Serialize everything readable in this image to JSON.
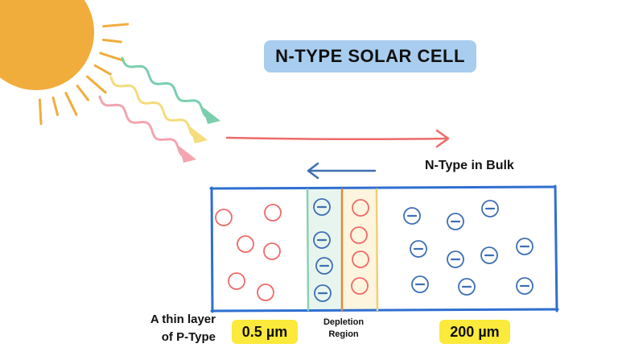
{
  "title": "N-TYPE SOLAR CELL",
  "labels": {
    "n_type_bulk": "N-Type in Bulk",
    "thin_layer_line1": "A thin layer",
    "thin_layer_line2": "of P-Type",
    "depletion_line1": "Depletion",
    "depletion_line2": "Region",
    "thin_thickness": "0.5 µm",
    "bulk_thickness": "200 µm"
  },
  "colors": {
    "sun": "#f0ad3c",
    "ray_green": "#79cfae",
    "ray_yellow": "#f5dc7c",
    "ray_pink": "#f3a6b0",
    "hole": "#ef6a6a",
    "electron": "#3f6fb3",
    "cell_border": "#2f6fd1",
    "title_bg": "#a8cdef",
    "badge_bg": "#fbe93b",
    "depletion_n_bg": "#e8f5ef",
    "depletion_p_bg": "#fdf5dd"
  },
  "icons": [
    "sun-icon",
    "light-ray-icon",
    "arrow-right-icon",
    "arrow-left-icon",
    "hole-icon",
    "electron-icon"
  ]
}
